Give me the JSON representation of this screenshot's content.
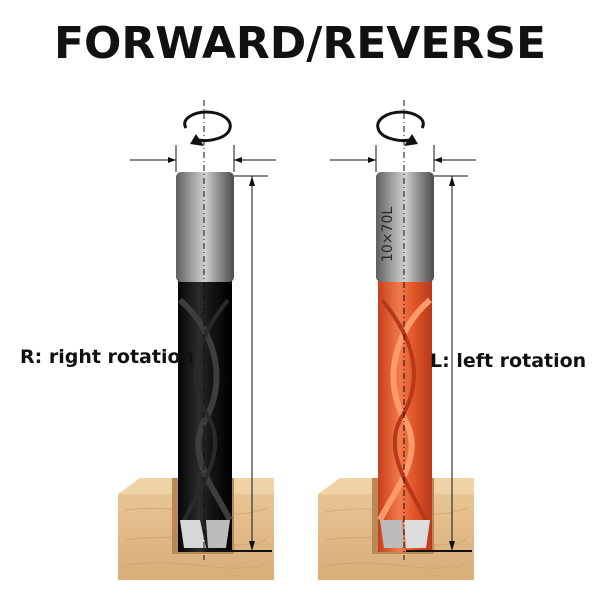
{
  "title": "FORWARD/REVERSE",
  "left_bit": {
    "caption": "R: right rotation",
    "body_color": "#141414",
    "shank_marking": ""
  },
  "right_bit": {
    "caption": "L: left rotation",
    "body_color": "#e85a2a",
    "shank_marking": "10×70L"
  },
  "colors": {
    "wood": "#e2bd8c",
    "wood_dark": "#c99c68",
    "shank": "#8a8a8a",
    "dim_line": "#111111"
  },
  "icons": [
    "rotation-right-icon",
    "rotation-left-icon"
  ]
}
